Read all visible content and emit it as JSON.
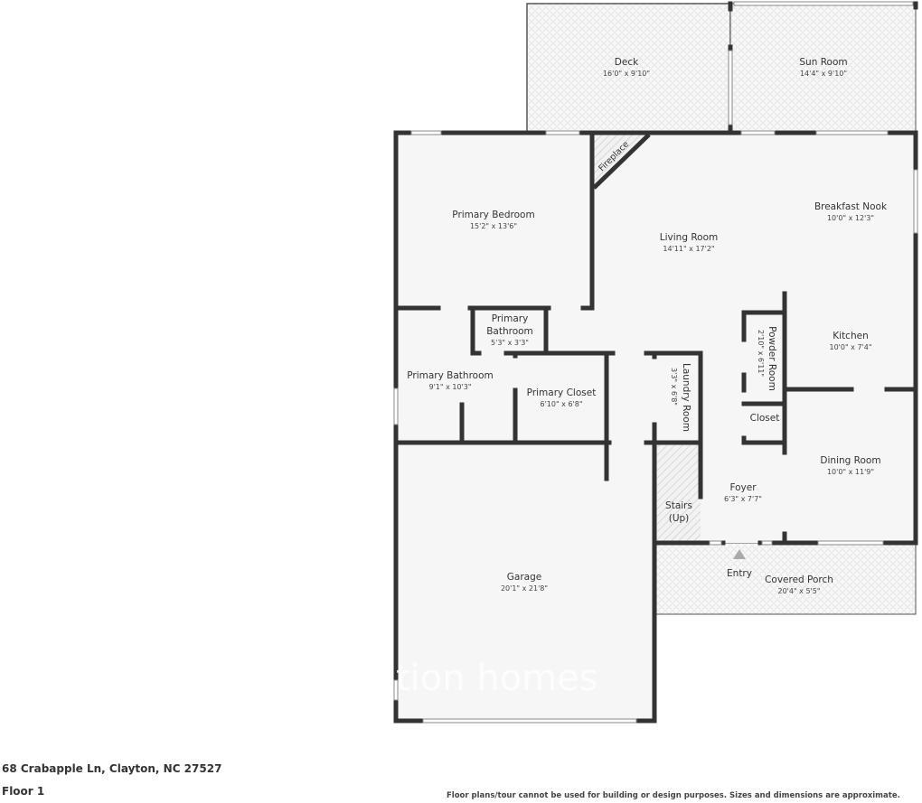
{
  "floorplan": {
    "address": "68 Crabapple Ln, Clayton, NC 27527",
    "floor": "Floor 1",
    "disclaimer": "Floor plans/tour cannot be used for building or design purposes. Sizes and dimensions are approximate.",
    "watermark": "tion homes",
    "colors": {
      "wall": "#333333",
      "floor": "#f6f6f6",
      "outdoor_pattern": "#e6e6e6",
      "text": "#333333"
    },
    "rooms": {
      "deck": {
        "name": "Deck",
        "dims": "16'0\" x 9'10\""
      },
      "sun_room": {
        "name": "Sun Room",
        "dims": "14'4\" x 9'10\""
      },
      "fireplace": {
        "name": "Fireplace"
      },
      "primary_bedroom": {
        "name": "Primary Bedroom",
        "dims": "15'2\" x 13'6\""
      },
      "living_room": {
        "name": "Living Room",
        "dims": "14'11\" x 17'2\""
      },
      "breakfast_nook": {
        "name": "Breakfast Nook",
        "dims": "10'0\" x 12'3\""
      },
      "primary_bathroom_small": {
        "name_line1": "Primary",
        "name_line2": "Bathroom",
        "dims": "5'3\" x 3'3\""
      },
      "primary_bathroom": {
        "name": "Primary Bathroom",
        "dims": "9'1\" x 10'3\""
      },
      "primary_closet": {
        "name": "Primary Closet",
        "dims": "6'10\" x 6'8\""
      },
      "laundry_room": {
        "name": "Laundry Room",
        "dims": "3'3\" x 6'8\""
      },
      "powder_room": {
        "name": "Powder Room",
        "dims": "2'10\" x 6'11\""
      },
      "closet": {
        "name": "Closet"
      },
      "kitchen": {
        "name": "Kitchen",
        "dims": "10'0\" x 7'4\""
      },
      "dining_room": {
        "name": "Dining Room",
        "dims": "10'0\" x 11'9\""
      },
      "foyer": {
        "name": "Foyer",
        "dims": "6'3\" x 7'7\""
      },
      "stairs": {
        "name_line1": "Stairs",
        "name_line2": "(Up)"
      },
      "garage": {
        "name": "Garage",
        "dims": "20'1\" x 21'8\""
      },
      "entry": {
        "name": "Entry"
      },
      "covered_porch": {
        "name": "Covered Porch",
        "dims": "20'4\" x 5'5\""
      }
    }
  }
}
